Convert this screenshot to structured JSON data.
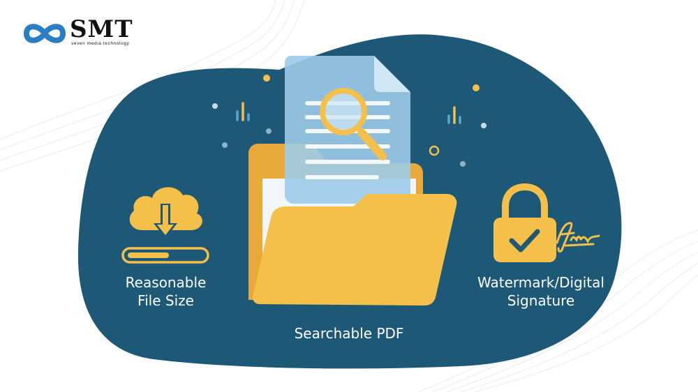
{
  "logo": {
    "word": "SMT",
    "tagline": "seven media technology"
  },
  "features": {
    "left": {
      "line1": "Reasonable",
      "line2": "File Size"
    },
    "center": {
      "label": "Searchable PDF"
    },
    "right": {
      "line1": "Watermark/Digital",
      "line2": "Signature"
    }
  },
  "icons": [
    "cloud-download-icon",
    "progress-bar-icon",
    "folder-icon",
    "document-icon",
    "magnifier-icon",
    "padlock-icon",
    "checkmark-icon",
    "signature-icon"
  ],
  "colors": {
    "background_blob": "#1e5877",
    "accent_yellow": "#f5c04a",
    "document_blue": "#9ccbe8",
    "logo_blue": "#2a7fc0",
    "text": "#ffffff"
  },
  "progress": {
    "fill_fraction": 0.55
  }
}
